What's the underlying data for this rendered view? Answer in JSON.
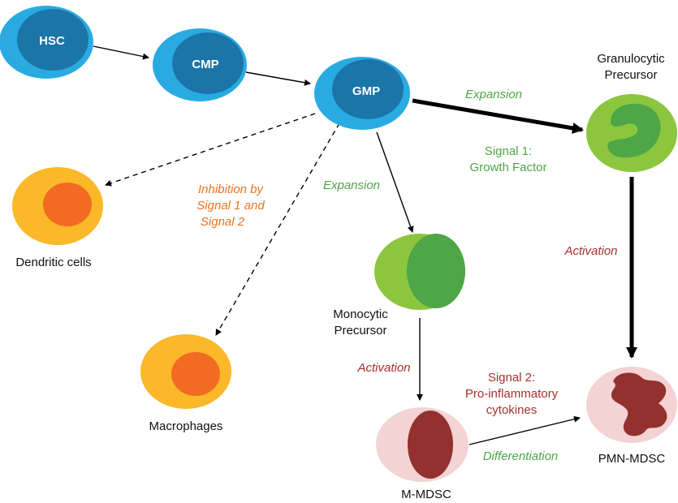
{
  "colors": {
    "stem_outer": "#29abe2",
    "stem_inner": "#1b75a8",
    "precursor_outer": "#8cc63f",
    "precursor_inner": "#4ea646",
    "mature_outer": "#fbb829",
    "mature_inner": "#f26b22",
    "mdsc_outer": "#f3d3d3",
    "mdsc_inner": "#93312e",
    "arrow": "#000000"
  },
  "nodes": {
    "hsc": "HSC",
    "cmp": "CMP",
    "gmp": "GMP",
    "granulocytic_precursor": [
      "Granulocytic",
      "Precursor"
    ],
    "dendritic_cells": "Dendritic cells",
    "macrophages": "Macrophages",
    "monocytic_precursor": [
      "Monocytic",
      "Precursor"
    ],
    "m_mdsc": "M-MDSC",
    "pmn_mdsc": "PMN-MDSC"
  },
  "annotations": {
    "expansion_top": "Expansion",
    "signal1": [
      "Signal 1:",
      "Growth Factor"
    ],
    "inhibition": [
      "Inhibition by",
      "Signal 1 and",
      "Signal 2"
    ],
    "expansion_mid": "Expansion",
    "activation_right": "Activation",
    "activation_left": "Activation",
    "signal2": [
      "Signal 2:",
      "Pro-inflammatory",
      "cytokines"
    ],
    "differentiation": "Differentiation"
  }
}
